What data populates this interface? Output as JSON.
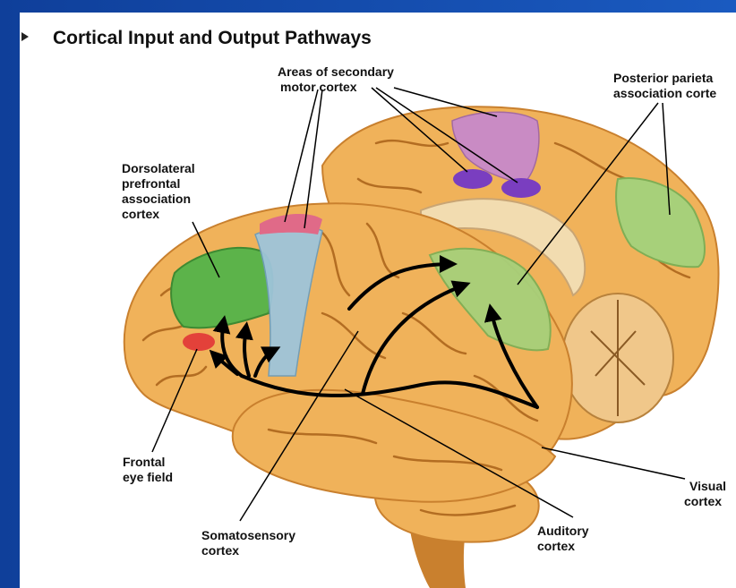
{
  "title": "Cortical Input and Output Pathways",
  "labels": {
    "secondary_motor": [
      "Areas of secondary",
      "motor cortex"
    ],
    "posterior_parietal": [
      "Posterior parieta",
      "association corte"
    ],
    "dorsolateral": [
      "Dorsolateral",
      "prefrontal",
      "association",
      "cortex"
    ],
    "frontal_eye": [
      "Frontal",
      "eye field"
    ],
    "somatosensory": [
      "Somatosensory",
      "cortex"
    ],
    "auditory": [
      "Auditory",
      "cortex"
    ],
    "visual": [
      "Visual",
      "cortex"
    ]
  },
  "colors": {
    "brain": "#f0b25a",
    "brain_dark": "#c9802e",
    "prefrontal": "#5cb34a",
    "parietal": "#a7d07a",
    "motor_blue": "#9ec4da",
    "motor_pink": "#e06a88",
    "motor_purple": "#7a3ec0",
    "motor_violet": "#c98bc4",
    "eye_field": "#e3413a",
    "arrow": "#000000"
  }
}
